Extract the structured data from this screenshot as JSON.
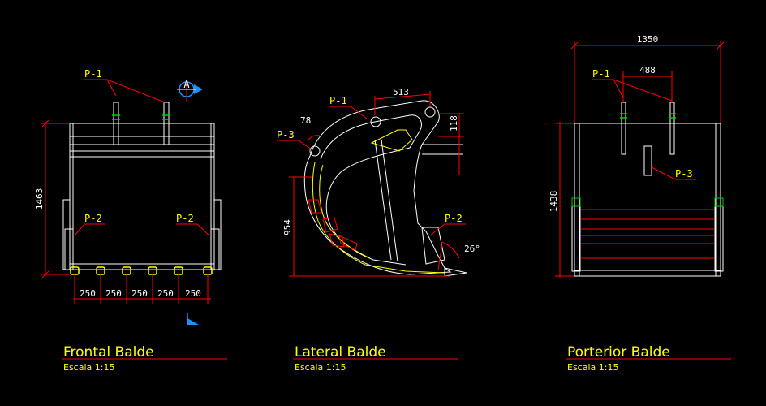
{
  "colors": {
    "background": "#000000",
    "outline": "#ffffff",
    "dimension": "#ff0000",
    "label": "#ffff00",
    "leader": "#ff0000",
    "accent_green": "#00cc00",
    "marker_blue": "#1e90ff"
  },
  "views": {
    "frontal": {
      "title": "Frontal Balde",
      "scale": "Escala 1:15",
      "height_dim": "1463",
      "label_p1": "P-1",
      "label_p2_left": "P-2",
      "label_p2_right": "P-2",
      "section_marker": "A",
      "tooth_spacing": [
        "250",
        "250",
        "250",
        "250",
        "250"
      ]
    },
    "lateral": {
      "title": "Lateral Balde",
      "scale": "Escala 1:15",
      "width_dim": "513",
      "height_dim_small": "118",
      "angle_dim": "78",
      "height_dim": "954",
      "angle_tip": "26°",
      "label_p1": "P-1",
      "label_p2": "P-2",
      "label_p3": "P-3"
    },
    "posterior": {
      "title": "Porterior Balde",
      "scale": "Escala 1:15",
      "width_dim": "1350",
      "ear_spacing_dim": "488",
      "height_dim": "1438",
      "label_p1": "P-1",
      "label_p3": "P-3"
    }
  }
}
